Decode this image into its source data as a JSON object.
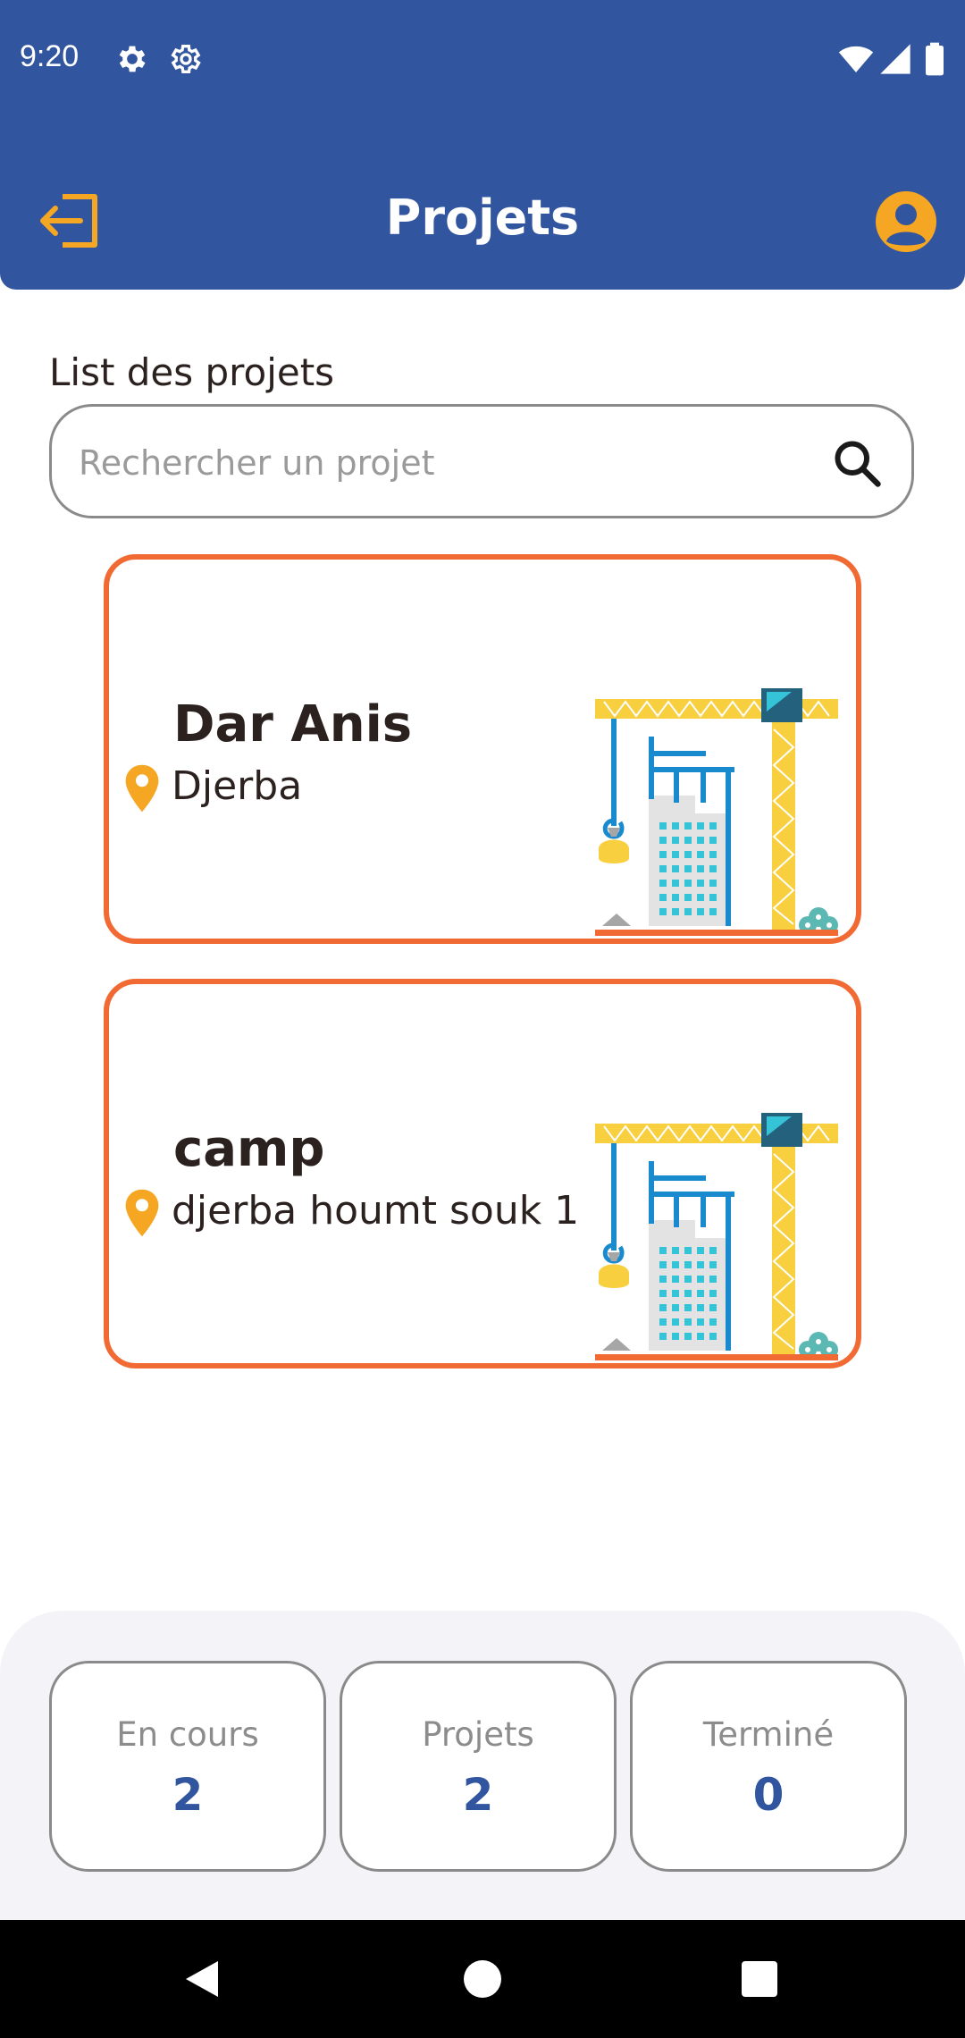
{
  "status_bar": {
    "time": "9:20",
    "icons": [
      "gear-icon",
      "gear-outline-icon",
      "wifi-icon",
      "signal-icon",
      "battery-icon"
    ]
  },
  "header": {
    "title": "Projets",
    "left_icon": "logout-icon",
    "right_icon": "account-icon"
  },
  "list": {
    "label": "List des projets",
    "search_placeholder": "Rechercher un projet",
    "search_value": ""
  },
  "projects": [
    {
      "name": "Dar Anis",
      "location": "Djerba",
      "icon": "construction-crane-illustration"
    },
    {
      "name": "camp",
      "location": "djerba houmt souk 1",
      "icon": "construction-crane-illustration"
    }
  ],
  "stats": [
    {
      "label": "En cours",
      "value": "2"
    },
    {
      "label": "Projets",
      "value": "2"
    },
    {
      "label": "Terminé",
      "value": "0"
    }
  ],
  "nav": {
    "icons": [
      "back-icon",
      "home-icon",
      "recents-icon"
    ]
  },
  "colors": {
    "primary": "#31559e",
    "accent": "#f5a623",
    "card_border": "#f26a33",
    "text": "#2b2220"
  }
}
